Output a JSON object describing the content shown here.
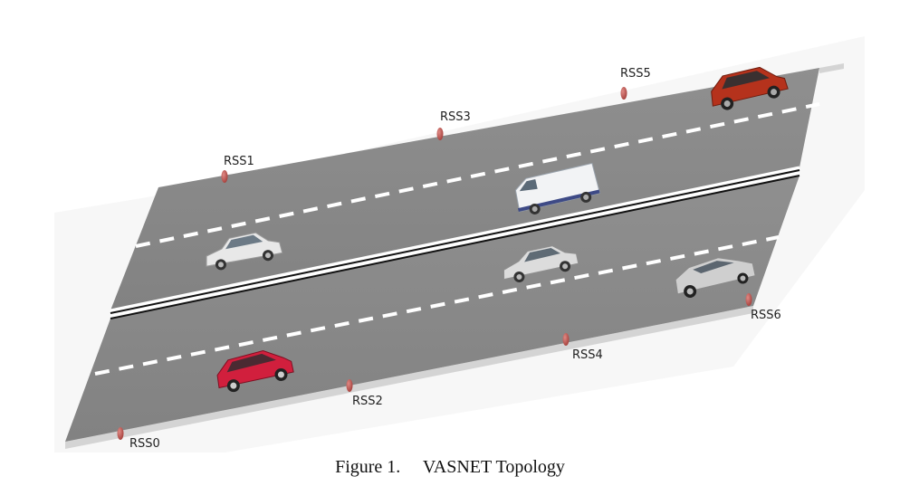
{
  "figure": {
    "caption": "Figure 1.     VASNET Topology"
  },
  "road_side_stations": [
    {
      "label": "RSS0"
    },
    {
      "label": "RSS1"
    },
    {
      "label": "RSS2"
    },
    {
      "label": "RSS3"
    },
    {
      "label": "RSS4"
    },
    {
      "label": "RSS5"
    },
    {
      "label": "RSS6"
    }
  ],
  "vehicles": [
    {
      "type": "sedan",
      "color": "#e6e6e6",
      "direction": "upper-carriageway"
    },
    {
      "type": "van",
      "color": "#f2f2f2",
      "direction": "upper-carriageway"
    },
    {
      "type": "suv",
      "color": "#b5321c",
      "direction": "upper-carriageway"
    },
    {
      "type": "hatchback",
      "color": "#d11f3d",
      "direction": "lower-carriageway"
    },
    {
      "type": "sedan",
      "color": "#d9d9d9",
      "direction": "lower-carriageway"
    },
    {
      "type": "sedan",
      "color": "#cfcfcf",
      "direction": "lower-carriageway"
    }
  ],
  "colors": {
    "asphalt": "#8b8b8b",
    "asphalt_edge": "#d6d6d6",
    "lane_marking": "#ffffff",
    "median": "#111111",
    "rss_marker": "#b85450"
  }
}
